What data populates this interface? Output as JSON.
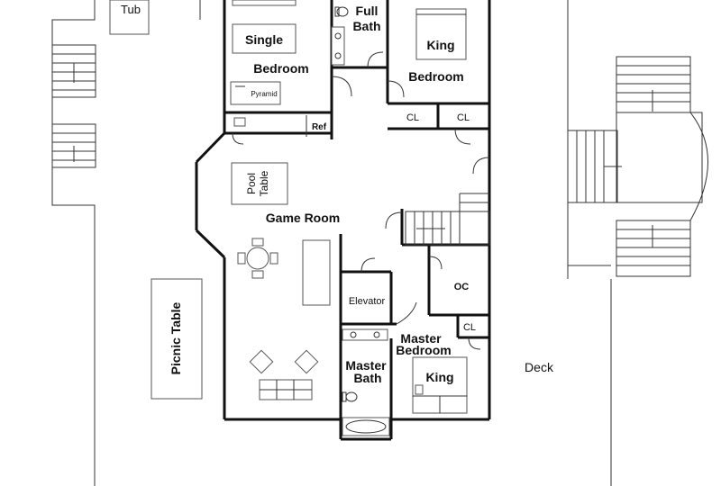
{
  "labels": {
    "tub": "Tub",
    "full_bath_line1": "Full",
    "full_bath_line2": "Bath",
    "single_bed": "Single",
    "bedroom_top_left": "Bedroom",
    "king_bed_top": "King",
    "bedroom_top_right": "Bedroom",
    "pyramid": "Pyramid",
    "cl_left": "CL",
    "cl_right": "CL",
    "ref": "Ref",
    "pool_table_line1": "Pool",
    "pool_table_line2": "Table",
    "game_room": "Game Room",
    "oc": "OC",
    "elevator": "Elevator",
    "picnic_table": "Picnic Table",
    "cl_master": "CL",
    "master_bedroom_line1": "Master",
    "master_bedroom_line2": "Bedroom",
    "master_bath_line1": "Master",
    "master_bath_line2": "Bath",
    "king_bed_master": "King",
    "deck": "Deck"
  }
}
